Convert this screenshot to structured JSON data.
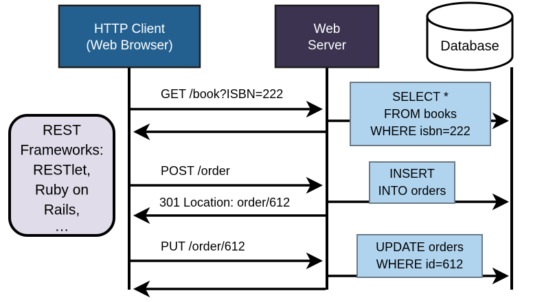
{
  "diagram": {
    "title": "REST over HTTP sequence diagram",
    "type": "uml-sequence-diagram"
  },
  "colors": {
    "client_fill": "#23608f",
    "server_fill": "#3b3350",
    "database_fill": "#ffffff",
    "sql_fill": "#b0d4ee",
    "note_fill": "#e0dcea",
    "line": "#000000",
    "actor_text": "#ffffff",
    "body_text": "#000000"
  },
  "actors": [
    {
      "id": "client",
      "name": "http-client",
      "label_line1": "HTTP Client",
      "label_line2": "(Web Browser)",
      "shape": "rectangle"
    },
    {
      "id": "server",
      "name": "web-server",
      "label_line1": "Web",
      "label_line2": "Server",
      "shape": "rectangle"
    },
    {
      "id": "database",
      "name": "database",
      "label_line1": "Database",
      "label_line2": "",
      "shape": "cylinder"
    }
  ],
  "note": {
    "name": "rest-frameworks-note",
    "lines": [
      "REST",
      "Frameworks:",
      "RESTlet,",
      "Ruby on",
      "Rails,",
      "…"
    ]
  },
  "messages": [
    {
      "id": "m1",
      "label": "GET /book?ISBN=222",
      "from": "client",
      "to": "server",
      "direction": "right"
    },
    {
      "id": "m2",
      "label": "",
      "from": "server",
      "to": "client",
      "direction": "left"
    },
    {
      "id": "m3",
      "label": "POST /order",
      "from": "client",
      "to": "server",
      "direction": "right"
    },
    {
      "id": "m4",
      "label": "301 Location: order/612",
      "from": "server",
      "to": "client",
      "direction": "left"
    },
    {
      "id": "m5",
      "label": "PUT /order/612",
      "from": "client",
      "to": "server",
      "direction": "right"
    },
    {
      "id": "m6",
      "label": "",
      "from": "server",
      "to": "client",
      "direction": "left"
    }
  ],
  "sql_operations": [
    {
      "id": "sql1",
      "name": "select-statement",
      "lines": [
        "SELECT *",
        "FROM books",
        "WHERE isbn=222"
      ],
      "from": "server",
      "to": "database"
    },
    {
      "id": "sql2",
      "name": "insert-statement",
      "lines": [
        "INSERT",
        "INTO orders"
      ],
      "from": "server",
      "to": "database"
    },
    {
      "id": "sql3",
      "name": "update-statement",
      "lines": [
        "UPDATE orders",
        "WHERE id=612"
      ],
      "from": "server",
      "to": "database"
    }
  ]
}
